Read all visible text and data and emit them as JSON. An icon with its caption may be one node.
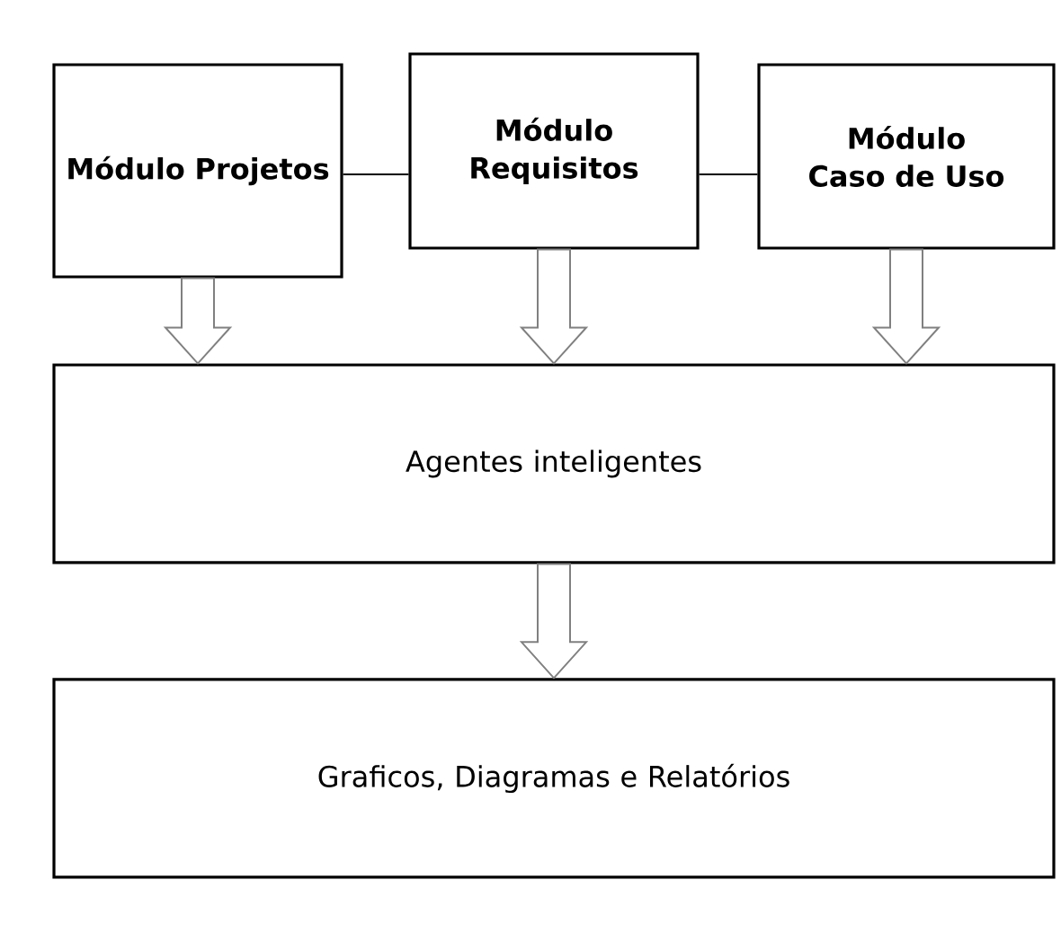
{
  "diagram": {
    "nodes": [
      {
        "text": [
          "Módulo Projetos"
        ]
      },
      {
        "text": [
          "Módulo Requisitos"
        ]
      },
      {
        "text": [
          "Módulo Caso de Uso"
        ]
      },
      {
        "text": [
          "Agentes inteligentes"
        ]
      },
      {
        "text": [
          "Graficos, Diagramas e Relatórios"
        ]
      }
    ],
    "edges": [
      {
        "from": 0,
        "to": 1,
        "arrow": "none"
      },
      {
        "from": 1,
        "to": 2,
        "arrow": "none"
      },
      {
        "from": 0,
        "to": 3,
        "arrow": "to"
      },
      {
        "from": 1,
        "to": 3,
        "arrow": "to"
      },
      {
        "from": 2,
        "to": 3,
        "arrow": "to"
      },
      {
        "from": 3,
        "to": 4,
        "arrow": "to"
      }
    ]
  }
}
